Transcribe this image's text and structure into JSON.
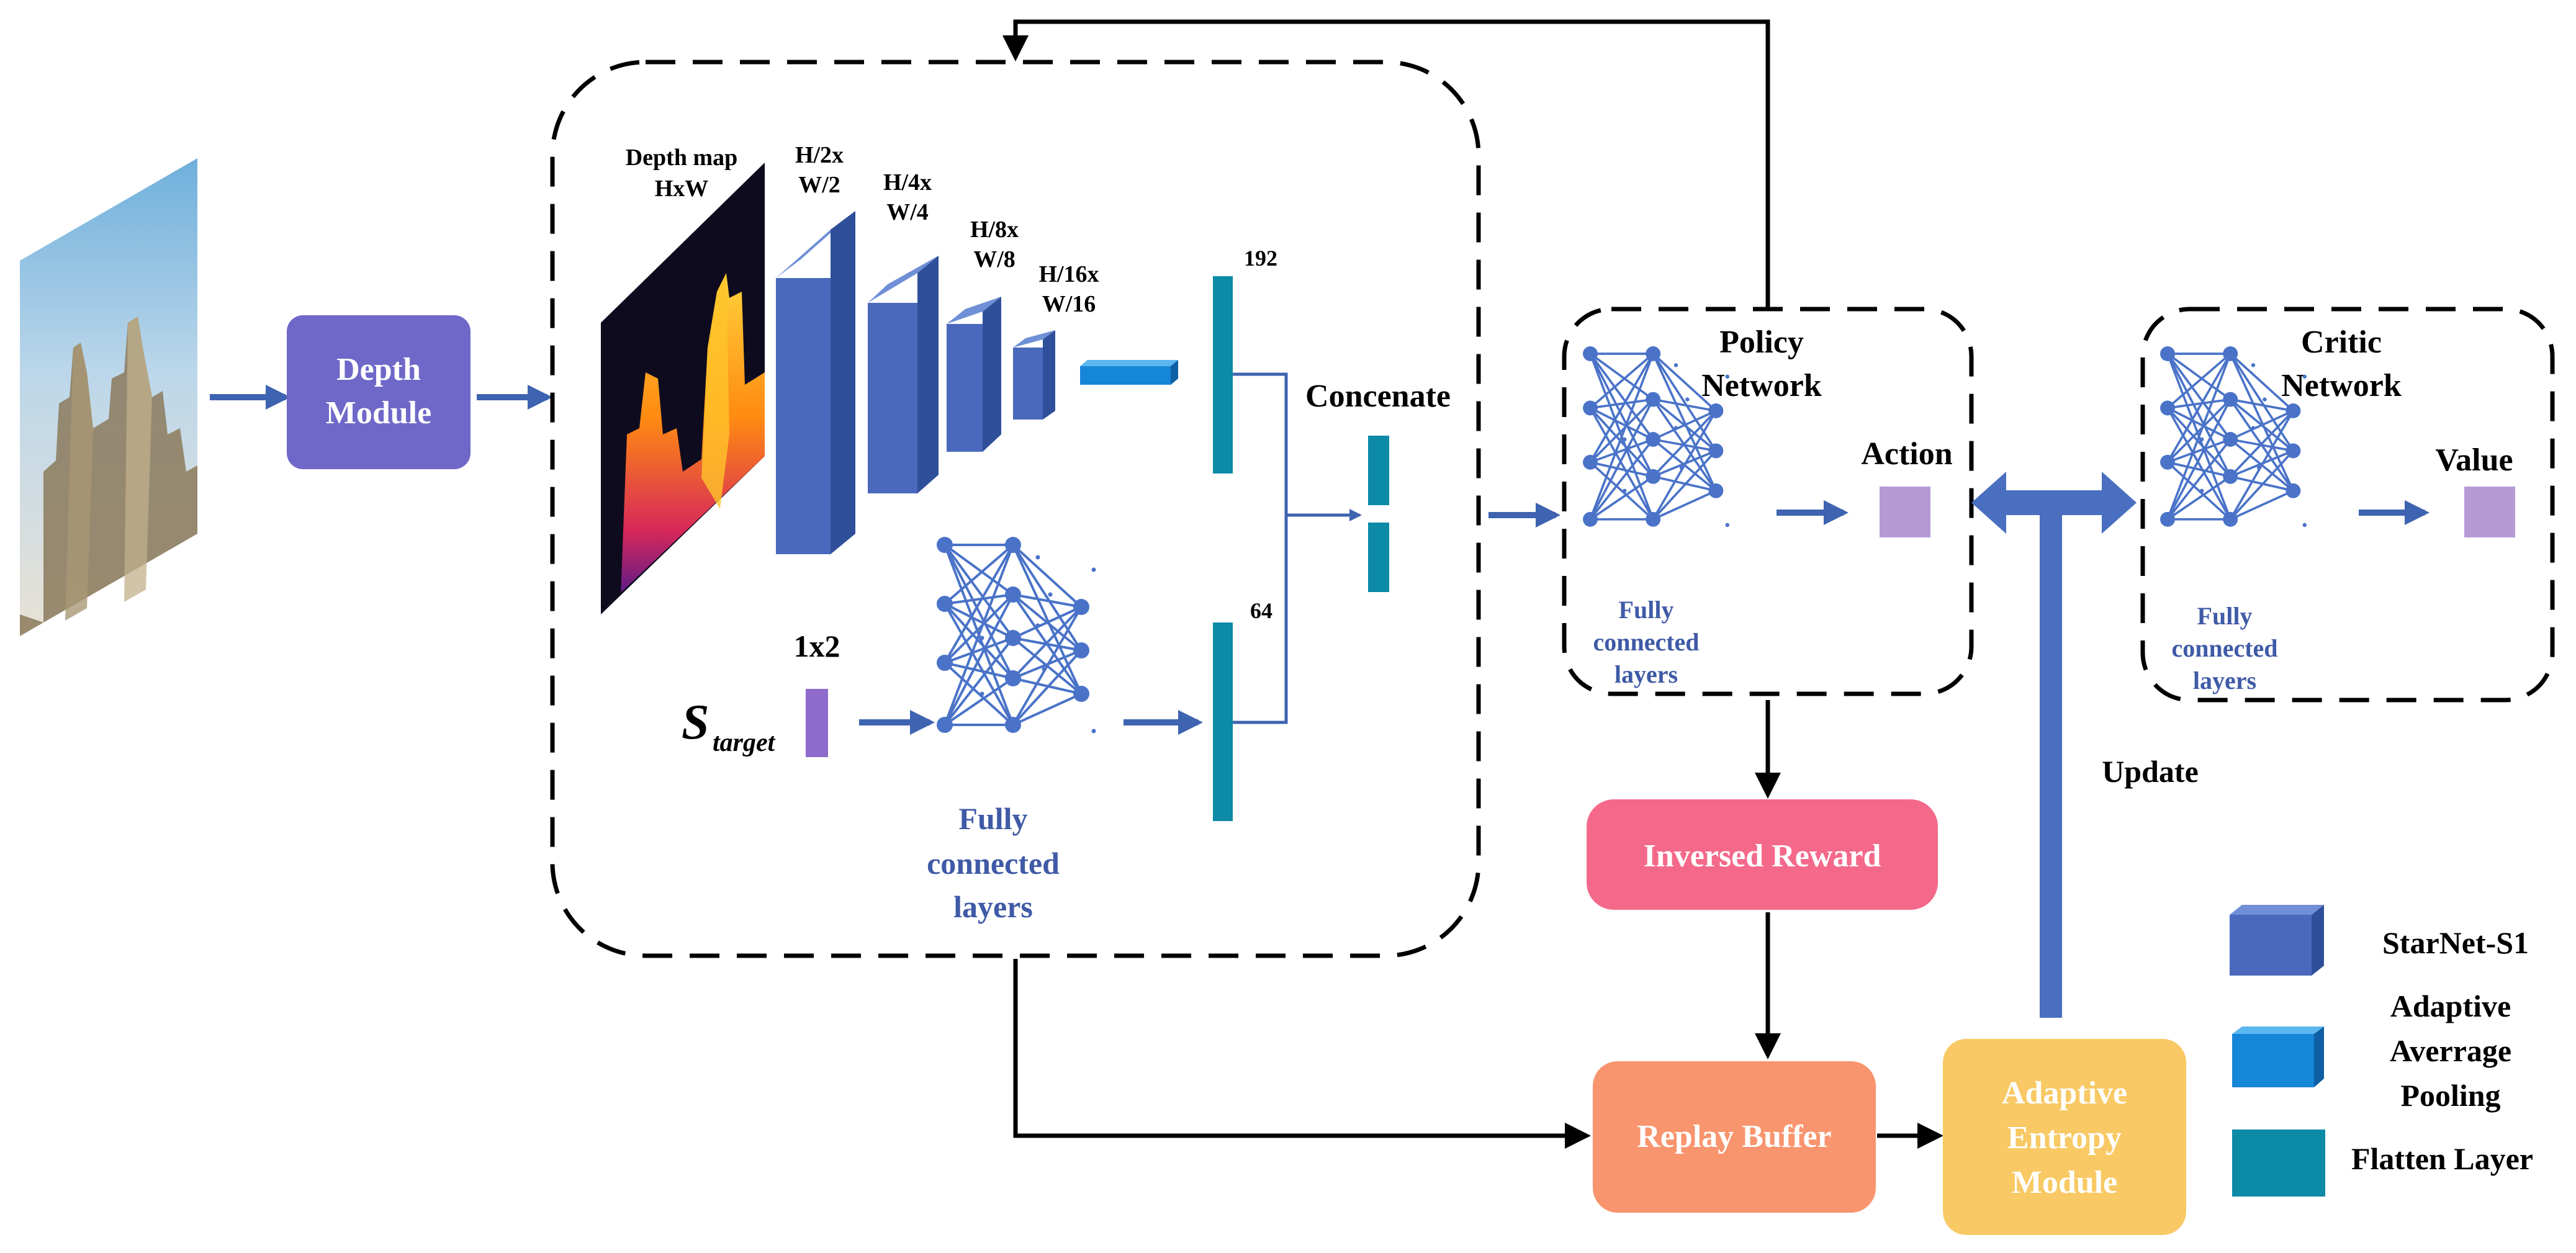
{
  "colors": {
    "depth_module": "#6f68c9",
    "inversed_reward": "#f4698a",
    "replay_buffer": "#f8956e",
    "adaptive_entropy": "#f8c964",
    "conv_block": "#4a69bd",
    "pooling_block": "#1686d8",
    "flatten_layer": "#0c8aa6",
    "action_value": "#b59ad6",
    "target_bar": "#8d6acb",
    "fc_text": "#3f5aa6"
  },
  "input_image": {
    "icon": "city-skyline-photo"
  },
  "depth_module": {
    "line1": "Depth",
    "line2": "Module"
  },
  "encoder": {
    "depth_map": {
      "line1": "Depth map",
      "line2": "HxW"
    },
    "stages": [
      {
        "line1": "H/2x",
        "line2": "W/2"
      },
      {
        "line1": "H/4x",
        "line2": "W/4"
      },
      {
        "line1": "H/8x",
        "line2": "W/8"
      },
      {
        "line1": "H/16x",
        "line2": "W/16"
      }
    ],
    "flatten_top_dim": "192",
    "flatten_bottom_dim": "64",
    "concat_label": "Concenate",
    "target_dim": "1x2",
    "target_symbol": "S",
    "target_subscript": "target",
    "fc": {
      "line1": "Fully",
      "line2": "connected",
      "line3": "layers"
    }
  },
  "policy": {
    "title1": "Policy",
    "title2": "Network",
    "output_label": "Action",
    "fc": {
      "line1": "Fully",
      "line2": "connected",
      "line3": "layers"
    }
  },
  "critic": {
    "title1": "Critic",
    "title2": "Network",
    "output_label": "Value",
    "fc": {
      "line1": "Fully",
      "line2": "connected",
      "line3": "layers"
    }
  },
  "inversed_reward": {
    "label": "Inversed Reward"
  },
  "replay_buffer": {
    "label": "Replay Buffer"
  },
  "adaptive_entropy": {
    "line1": "Adaptive",
    "line2": "Entropy",
    "line3": "Module"
  },
  "update_label": "Update",
  "legend": [
    {
      "label": "StarNet-S1"
    },
    {
      "line1": "Adaptive",
      "line2": "Averrage",
      "line3": "Pooling"
    },
    {
      "label": "Flatten Layer"
    }
  ]
}
